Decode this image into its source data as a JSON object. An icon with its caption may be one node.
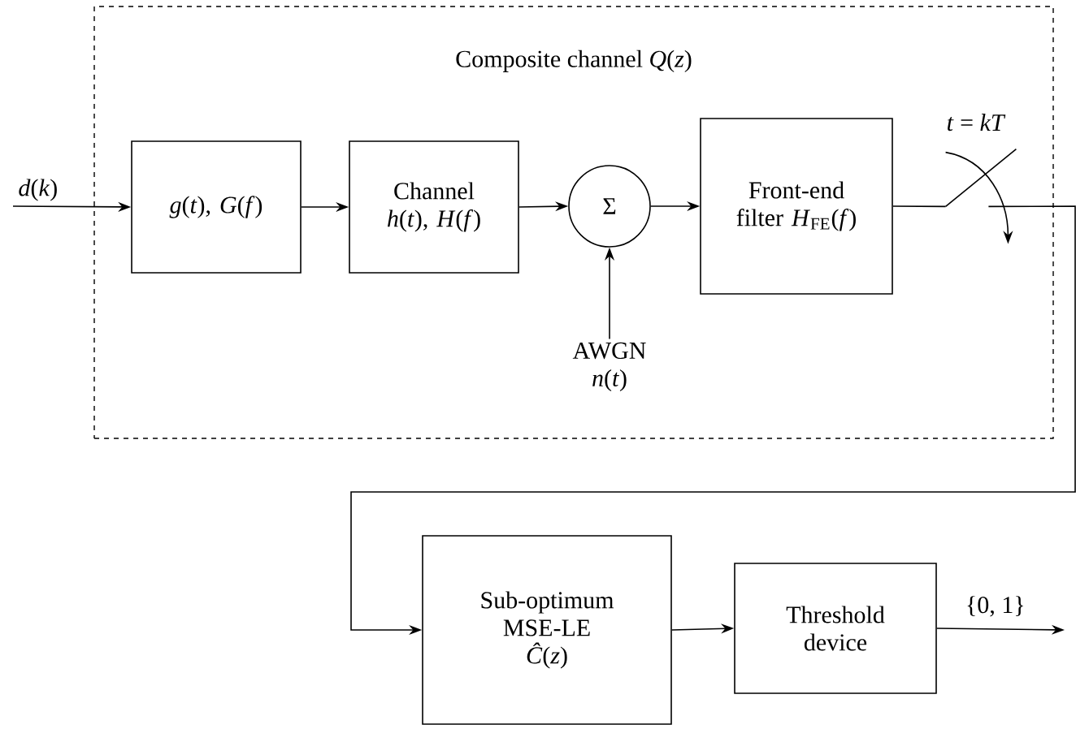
{
  "diagram": {
    "nodes": [
      {
        "text": [
          "*d*(*k*)"
        ]
      },
      {
        "text": [
          "Composite channel *Q*(*z*)"
        ]
      },
      {
        "text": [
          "*g*(*t*), *G*(*f*)"
        ],
        "in": 1
      },
      {
        "text": [
          "Channel *h*(*t*), *H*(*f*)"
        ],
        "in": 1
      },
      {
        "text": [
          "Σ"
        ],
        "in": 1
      },
      {
        "text": [
          "AWGN *n*(*t*)"
        ],
        "in": 1
      },
      {
        "text": [
          "Front-end filter *H*$_{FE}$(*f*)"
        ],
        "in": 1
      },
      {
        "text": [],
        "shape": "switch",
        "beside": [
          "*t* = *kT*"
        ],
        "in": 1
      },
      {
        "text": [
          "Sub-optimum MSE-LE *Ĉ*(*z*)"
        ]
      },
      {
        "text": [
          "Threshold device"
        ]
      }
    ],
    "edges": [
      {
        "from": 0,
        "to": 2,
        "arrow": "to"
      },
      {
        "from": 2,
        "to": 3,
        "arrow": "to"
      },
      {
        "from": 3,
        "to": 4,
        "arrow": "to"
      },
      {
        "from": 5,
        "to": 4,
        "arrow": "to"
      },
      {
        "from": 4,
        "to": 6,
        "arrow": "to"
      },
      {
        "from": 6,
        "to": 7,
        "arrow": "none"
      },
      {
        "from": 7,
        "to": 8,
        "arrow": "to"
      },
      {
        "from": 8,
        "to": 9,
        "arrow": "to"
      },
      {
        "from": 9,
        "to": null,
        "arrow": "to",
        "label": "{0, 1}"
      }
    ]
  }
}
